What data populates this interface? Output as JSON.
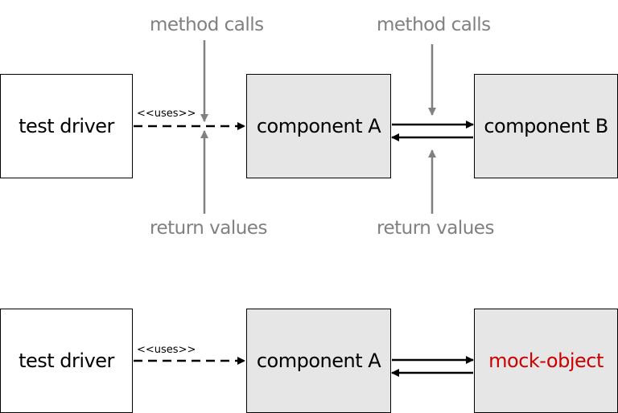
{
  "top": {
    "test_driver": "test driver",
    "uses_label": "<<uses>>",
    "component_a": "component A",
    "component_b": "component B",
    "method_calls_left": "method calls",
    "method_calls_right": "method calls",
    "return_values_left": "return values",
    "return_values_right": "return values"
  },
  "bottom": {
    "test_driver": "test driver",
    "uses_label": "<<uses>>",
    "component_a": "component A",
    "mock_object": "mock-object"
  },
  "colors": {
    "annotation": "#808080",
    "mock_text": "#cc0000",
    "component_fill": "#e6e6e6"
  }
}
